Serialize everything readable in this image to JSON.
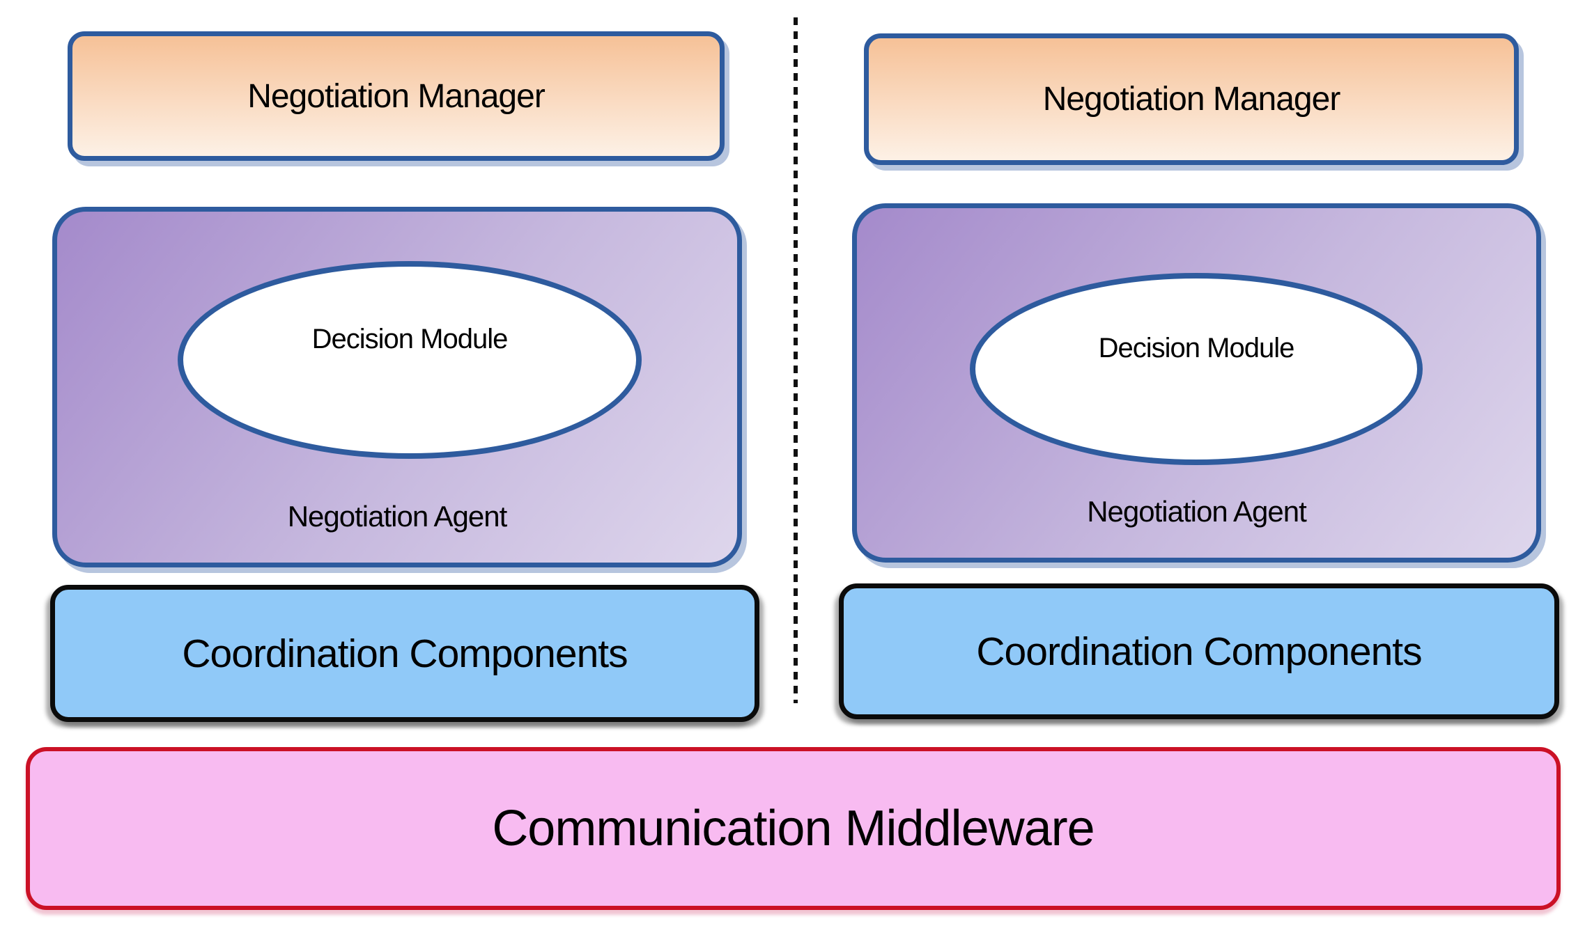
{
  "columns": [
    {
      "manager": "Negotiation Manager",
      "decision": "Decision Module",
      "agent": "Negotiation Agent",
      "coordination": "Coordination Components"
    },
    {
      "manager": "Negotiation Manager",
      "decision": "Decision Module",
      "agent": "Negotiation Agent",
      "coordination": "Coordination Components"
    }
  ],
  "middleware": "Communication Middleware",
  "colors": {
    "bg": "#ffffff",
    "text": "#000000",
    "border_blue": "#2e5b9e",
    "shadow_blue": "#b7c5de",
    "manager_top": "#f6c197",
    "manager_bottom": "#fdf1e6",
    "agent_dark": "#a48acb",
    "agent_mid": "#c6b8de",
    "agent_light": "#ded6ec",
    "coordination_fill": "#90c9f8",
    "coordination_border": "#0b0b0b",
    "middleware_fill": "#f8bbf1",
    "middleware_border": "#cb1126",
    "divider": "#111111"
  }
}
